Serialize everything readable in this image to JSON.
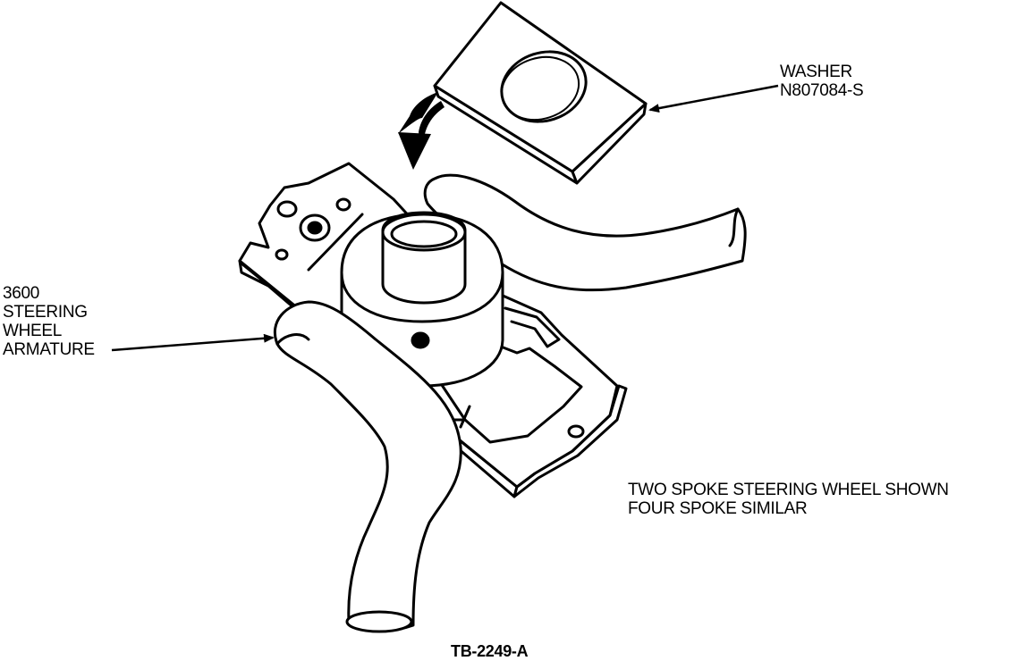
{
  "callouts": {
    "washer": {
      "name": "WASHER",
      "part_number": "N807084-S"
    },
    "armature": {
      "part_number": "3600",
      "line1": "STEERING",
      "line2": "WHEEL",
      "line3": "ARMATURE"
    }
  },
  "note": {
    "line1": "TWO SPOKE STEERING WHEEL SHOWN",
    "line2": "FOUR SPOKE SIMILAR"
  },
  "figure_code": "TB-2249-A"
}
